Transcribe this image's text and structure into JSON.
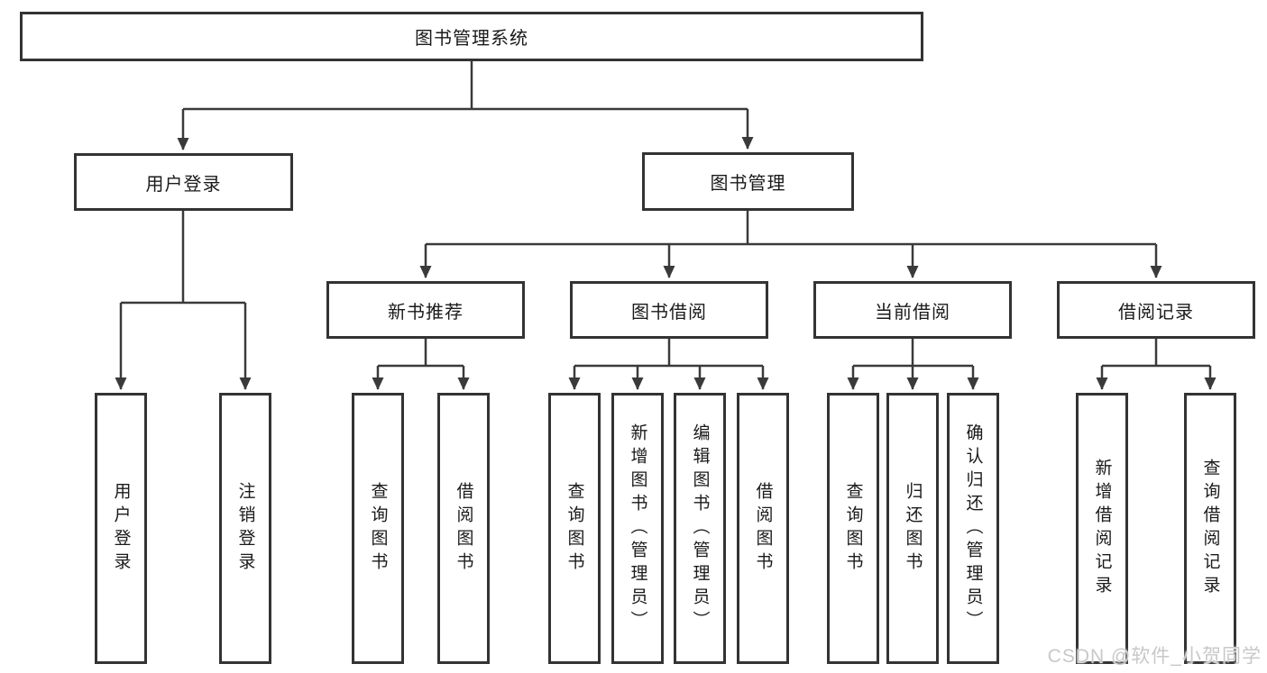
{
  "diagram": {
    "root": "图书管理系统",
    "level2": {
      "user_login": "用户登录",
      "book_management": "图书管理"
    },
    "user_login_children": [
      "用户登录",
      "注销登录"
    ],
    "book_management_groups": [
      {
        "label": "新书推荐",
        "children": [
          "查询图书",
          "借阅图书"
        ]
      },
      {
        "label": "图书借阅",
        "children": [
          "查询图书",
          "新增图书（管理员）",
          "编辑图书（管理员）",
          "借阅图书"
        ]
      },
      {
        "label": "当前借阅",
        "children": [
          "查询图书",
          "归还图书",
          "确认归还（管理员）"
        ]
      },
      {
        "label": "借阅记录",
        "children": [
          "新增借阅记录",
          "查询借阅记录"
        ]
      }
    ]
  },
  "watermark": "CSDN @软件_小贺同学",
  "colors": {
    "background": "#ffffff",
    "box_fill": "#ffffff",
    "box_border": "#333333",
    "line": "#3a3a3a",
    "text": "#1a1a1a",
    "watermark": "#c8c8c8"
  }
}
